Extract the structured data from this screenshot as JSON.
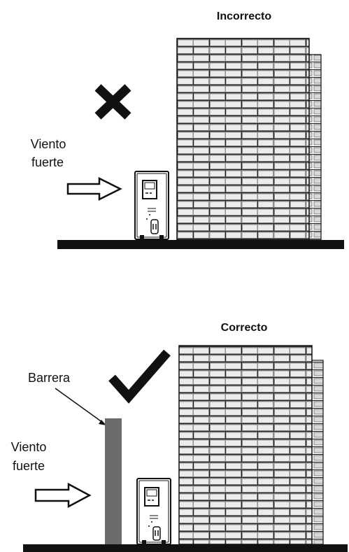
{
  "panels": [
    {
      "title": "Incorrecto",
      "wind_label_line1": "Viento",
      "wind_label_line2": "fuerte",
      "verdict": "cross-mark"
    },
    {
      "title": "Correcto",
      "wind_label_line1": "Viento",
      "wind_label_line2": "fuerte",
      "barrier_label": "Barrera",
      "verdict": "check-mark"
    }
  ],
  "colors": {
    "ink": "#111111",
    "brick": "#8e8e8e",
    "brick_side": "#d9d9d9",
    "barrier": "#6b6b6b",
    "ground": "#111111"
  }
}
